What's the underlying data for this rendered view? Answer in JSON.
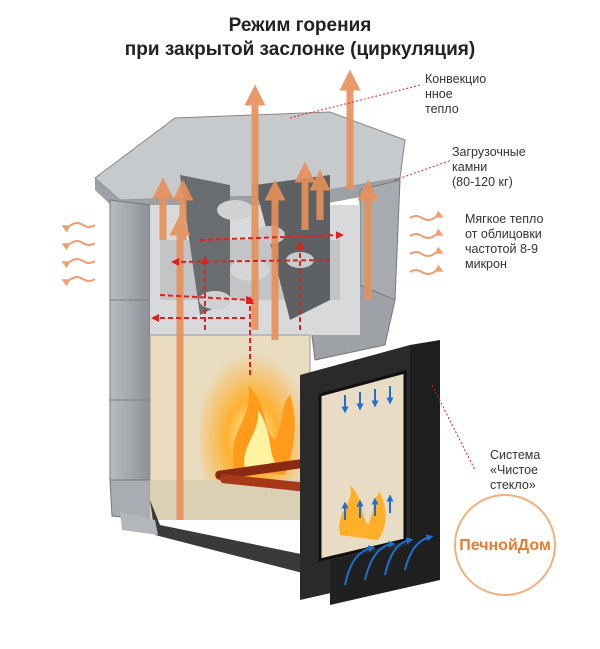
{
  "title": {
    "line1": "Режим горения",
    "line2": "при закрытой заслонке (циркуляция)"
  },
  "labels": {
    "convection": "Конвекцио\nнное\nтепло",
    "stones": "Загрузочные\nкамни\n(80-120 кг)",
    "soft_heat": "Мягкое тепло\nот облицовки\nчастотой 8-9\nмикрон",
    "clean_glass": "Система\n«Чистое\nстекло»"
  },
  "logo": {
    "text": "ПечнойДом"
  },
  "colors": {
    "stone": "#9a9ea3",
    "stone_light": "#c4c8cb",
    "door": "#2a2a2a",
    "hot_arrow": "#e8905a",
    "red_flow": "#e02020",
    "blue_flow": "#1e6fd0",
    "logo_ring": "#f3b07a"
  }
}
